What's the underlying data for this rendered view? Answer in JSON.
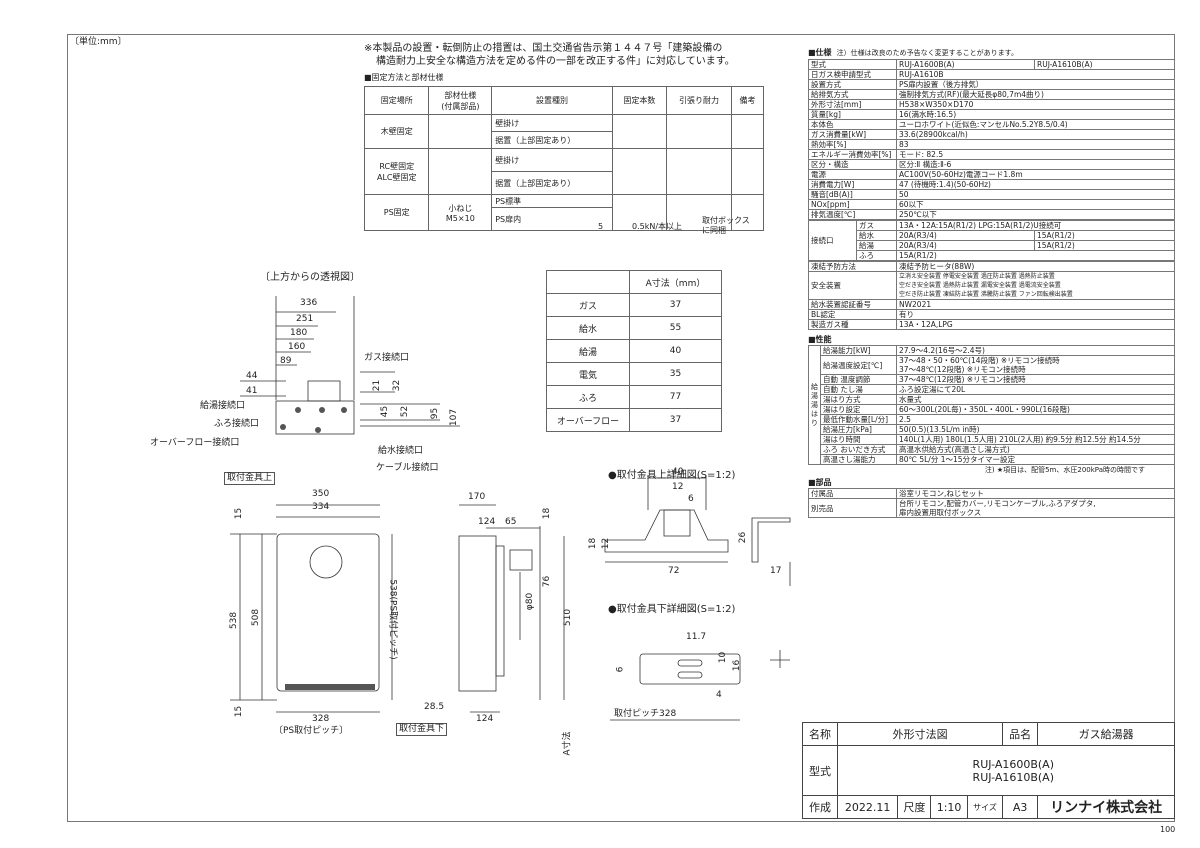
{
  "sheet": {
    "unit_note": "〔単位:mm〕",
    "page_no": "100"
  },
  "notice": {
    "line1": "※本製品の設置・転倒防止の措置は、国土交通省告示第１４４７号「建築設備の",
    "line2": "構造耐力上安全な構造方法を定める件の一部を改正する件」に対応しています。"
  },
  "fix_table": {
    "title": "■固定方法と部材仕様",
    "headers": [
      "固定場所",
      "部材仕様\n(付属部品)",
      "設置種別",
      "固定本数",
      "引張り耐力",
      "備考"
    ],
    "rows": [
      {
        "place": "木壁固定",
        "spec": "",
        "types": [
          "壁掛け",
          "据置（上部固定あり）"
        ],
        "count": "",
        "force": "",
        "note": ""
      },
      {
        "place": "RC壁固定\nALC壁固定",
        "spec": "",
        "types": [
          "壁掛け",
          "据置（上部固定あり）"
        ],
        "count": "",
        "force": "",
        "note": ""
      },
      {
        "place": "PS固定",
        "spec": "小ねじ\nM5×10",
        "types": [
          "PS標準",
          "PS扉内"
        ],
        "count": "5",
        "force": "0.5kN/本以上",
        "note": "取付ボックス\nに同梱"
      }
    ]
  },
  "a_table": {
    "header": "A寸法（mm）",
    "rows": [
      [
        "ガス",
        "37"
      ],
      [
        "給水",
        "55"
      ],
      [
        "給湯",
        "40"
      ],
      [
        "電気",
        "35"
      ],
      [
        "ふろ",
        "77"
      ],
      [
        "オーバーフロー",
        "37"
      ]
    ]
  },
  "top_view": {
    "title": "〔上方からの透視図〕",
    "dims": [
      "336",
      "251",
      "180",
      "160",
      "89",
      "44",
      "41",
      "21",
      "32",
      "45",
      "52",
      "95",
      "107"
    ],
    "labels": {
      "gas": "ガス接続口",
      "hot": "給湯接続口",
      "bath": "ふろ接続口",
      "overflow": "オーバーフロー接続口",
      "water": "給水接続口",
      "cable": "ケーブル接続口"
    }
  },
  "front_view": {
    "bracket_top": "取付金具上",
    "bracket_bottom": "取付金具下",
    "dims": [
      "350",
      "334",
      "15",
      "538",
      "508",
      "15",
      "328"
    ],
    "pitch_v": "538(PS取付ピッチ)",
    "pitch_h": "〔PS取付ピッチ〕"
  },
  "side_view": {
    "dims": [
      "170",
      "124",
      "65",
      "18",
      "76",
      "φ80",
      "510",
      "28.5",
      "124"
    ],
    "a_label": "A寸法"
  },
  "detail_top": {
    "title": "●取付金具上詳細図(S=1:2)",
    "dims": [
      "40",
      "12",
      "6",
      "18",
      "12",
      "72",
      "26",
      "17"
    ]
  },
  "detail_bottom": {
    "title": "●取付金具下詳細図(S=1:2)",
    "dims": [
      "11.7",
      "6",
      "10",
      "16",
      "4"
    ],
    "pitch": "取付ピッチ328"
  },
  "spec": {
    "header": "■仕様",
    "note": "注）仕様は改良のため予告なく変更することがあります。",
    "rows": [
      [
        "型式",
        "RUJ-A1600B(A)",
        "RUJ-A1610B(A)"
      ],
      [
        "日ガス検申請型式",
        "RUJ-A1610B",
        ""
      ],
      [
        "設置方式",
        "PS扉内設置（後方排気）",
        ""
      ],
      [
        "給排気方式",
        "強制排気方式(RF)(最大延長φ80,7m4曲り)",
        ""
      ],
      [
        "外形寸法[mm]",
        "H538×W350×D170",
        ""
      ],
      [
        "質量[kg]",
        "16(満水時:16.5)",
        ""
      ],
      [
        "本体色",
        "ユーロホワイト(近似色:マンセルNo.5.2Y8.5/0.4)",
        ""
      ],
      [
        "ガス消費量[kW]",
        "33.6(28900kcal/h)",
        ""
      ],
      [
        "熱効率[%]",
        "83",
        ""
      ],
      [
        "エネルギー消費効率[%]",
        "モード: 82.5",
        ""
      ],
      [
        "区分・構造",
        "区分:Ⅱ 構造:Ⅱ-6",
        ""
      ],
      [
        "電源",
        "AC100V(50-60Hz)電源コード1.8m",
        ""
      ],
      [
        "消費電力[W]",
        "47 (待機時:1.4)(50-60Hz)",
        ""
      ],
      [
        "騒音[dB(A)]",
        "50",
        ""
      ],
      [
        "NOx[ppm]",
        "60以下",
        ""
      ],
      [
        "排気温度[℃]",
        "250℃以下",
        ""
      ]
    ],
    "connect": {
      "label": "接続口",
      "rows": [
        [
          "ガス",
          "13A・12A:15A(R1/2) LPG:15A(R1/2)U接続可",
          ""
        ],
        [
          "給水",
          "20A(R3/4)",
          "15A(R1/2)"
        ],
        [
          "給湯",
          "20A(R3/4)",
          "15A(R1/2)"
        ],
        [
          "ふろ",
          "15A(R1/2)",
          ""
        ]
      ]
    },
    "rows2": [
      [
        "凍結予防方法",
        "凍結予防ヒータ(88W)",
        ""
      ]
    ],
    "safety": {
      "label": "安全装置",
      "lines": [
        "立消え安全装置 停電安全装置 過圧防止装置 過熱防止装置",
        "空だき安全装置 過熱防止装置 漏電安全装置 過電流安全装置",
        "空だき防止装置 凍結防止装置 沸騰防止装置 ファン回転検出装置"
      ]
    },
    "rows3": [
      [
        "給水装置認証番号",
        "NW2021",
        ""
      ],
      [
        "BL認定",
        "有り",
        ""
      ],
      [
        "製造ガス種",
        "13A・12A,LPG",
        ""
      ]
    ]
  },
  "perf": {
    "header": "■性能",
    "group": "給湯・湯はり",
    "rows": [
      [
        "給湯能力[kW]",
        "27.9〜4.2(16号〜2.4号)"
      ],
      [
        "給湯温度設定[℃]",
        "37〜48・50・60℃(14段階) ※リモコン接続時\n37〜48℃(12段階) ※リモコン接続時"
      ],
      [
        "自動 温度調節",
        "37〜48℃(12段階) ※リモコン接続時"
      ],
      [
        "自動 たし湯",
        "ふろ設定湯にて20L"
      ],
      [
        "湯はり方式",
        "水量式"
      ],
      [
        "湯はり設定",
        "60〜300L(20L毎)・350L・400L・990L(16段階)"
      ],
      [
        "最低作動水量[L/分]",
        "2.5"
      ],
      [
        "給湯圧力[kPa]",
        "50(0.5)(13.5L/m in時)"
      ],
      [
        "湯はり時間",
        "140L(1人用) 180L(1.5人用) 210L(2人用) 約9.5分 約12.5分 約14.5分"
      ],
      [
        "ふろ おいだき方式",
        "高温水供給方式(高温さし湯方式)"
      ],
      [
        "高温さし湯能力",
        "80℃ 5L/分 1〜15分タイマー設定"
      ]
    ],
    "footnote": "注) ★項目は、配管5m、水圧200kPa時の時間です"
  },
  "parts": {
    "header": "■部品",
    "rows": [
      [
        "付属品",
        "浴室リモコン,ねじセット"
      ],
      [
        "別売品",
        "台所リモコン,配管カバー,リモコンケーブル,ふろアダプタ,\n扉内設置用取付ボックス"
      ]
    ]
  },
  "title_block": {
    "name_label": "名称",
    "name_value": "外形寸法図",
    "item_label": "品名",
    "item_value": "ガス給湯器",
    "model_label": "型式",
    "model_1": "RUJ-A1600B(A)",
    "model_2": "RUJ-A1610B(A)",
    "made_label": "作成",
    "date": "2022.11",
    "scale_label": "尺度",
    "scale": "1:10",
    "size_label": "サイズ",
    "size": "A3",
    "company": "リンナイ株式会社"
  }
}
